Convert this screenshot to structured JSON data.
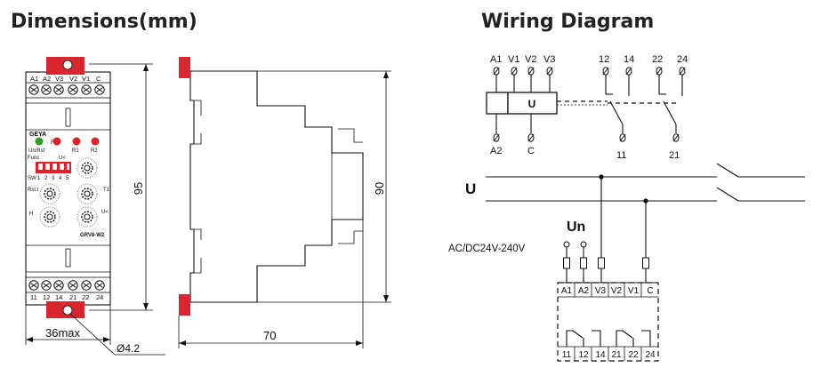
{
  "titles": {
    "dimensions": "Dimensions(mm)",
    "wiring": "Wiring Diagram"
  },
  "front": {
    "top_terms": [
      "A1",
      "A2",
      "V3",
      "V2",
      "V1",
      "C"
    ],
    "bottom_terms": [
      "11",
      "12",
      "14",
      "21",
      "22",
      "24"
    ],
    "brand": "GEYA",
    "led_labels": [
      "Un/Rst",
      "F",
      "R1",
      "R2"
    ],
    "func_label": "Func",
    "u_label": "U<",
    "sw_label": "SW",
    "switch_numbers": [
      "1",
      "2",
      "3",
      "4",
      "5"
    ],
    "knob_labels": [
      "Rst.t",
      "T1",
      "H",
      "U<"
    ],
    "model": "GRV8-W2",
    "dim_height": "95",
    "dim_width": "36max",
    "dim_hole": "Ø4.2"
  },
  "side": {
    "dim_height": "90",
    "dim_depth": "70"
  },
  "wiring": {
    "top_terminals": [
      "A1",
      "V1",
      "V2",
      "V3"
    ],
    "relay_terminals_top": [
      "12",
      "14",
      "22",
      "24"
    ],
    "relay_terminals_bottom": [
      "11",
      "21"
    ],
    "bottom_terminals": [
      "A2",
      "C"
    ],
    "unit_label": "U",
    "bus_label": "U",
    "un_label": "Un",
    "supply_label": "AC/DC24V-240V",
    "block_top": [
      "A1",
      "A2",
      "V3",
      "V2",
      "V1",
      "C"
    ],
    "block_bottom": [
      "11",
      "12",
      "14",
      "21",
      "22",
      "24"
    ]
  },
  "colors": {
    "red_clip": "#d9262e",
    "green_led": "#2aa02a",
    "red_led": "#e0202a"
  }
}
